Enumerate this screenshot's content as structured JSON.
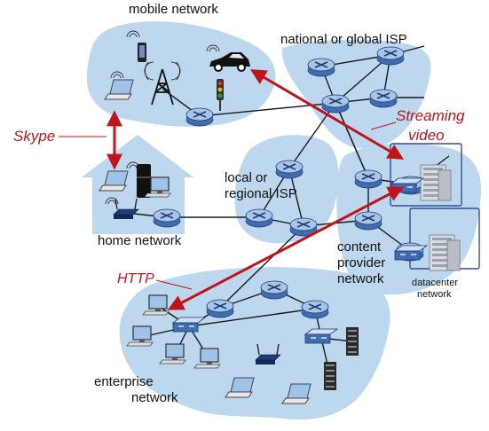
{
  "labels": {
    "mobile_network": "mobile network",
    "national_isp": "national or global ISP",
    "streaming_1": "Streaming",
    "streaming_2": "video",
    "skype": "Skype",
    "local_isp_1": "local or",
    "local_isp_2": "regional ISP",
    "home_network": "home network",
    "content_1": "content",
    "content_2": "provider",
    "content_3": "network",
    "datacenter_1": "datacenter",
    "datacenter_2": "network",
    "http": "HTTP",
    "enterprise_1": "enterprise",
    "enterprise_2": "network"
  },
  "colors": {
    "cloud": "#bcd7ee",
    "router_fill": "#3f6db0",
    "router_top": "#a9c4e6",
    "arrow": "#c0141c",
    "link": "#1a1a1a"
  },
  "icons": [
    "router-icon",
    "laptop-icon",
    "smartphone-icon",
    "cell-tower-icon",
    "car-icon",
    "traffic-light-icon",
    "refrigerator-icon",
    "wifi-router-icon",
    "switch-icon",
    "server-icon",
    "desktop-icon",
    "datacenter-icon",
    "house-icon"
  ]
}
